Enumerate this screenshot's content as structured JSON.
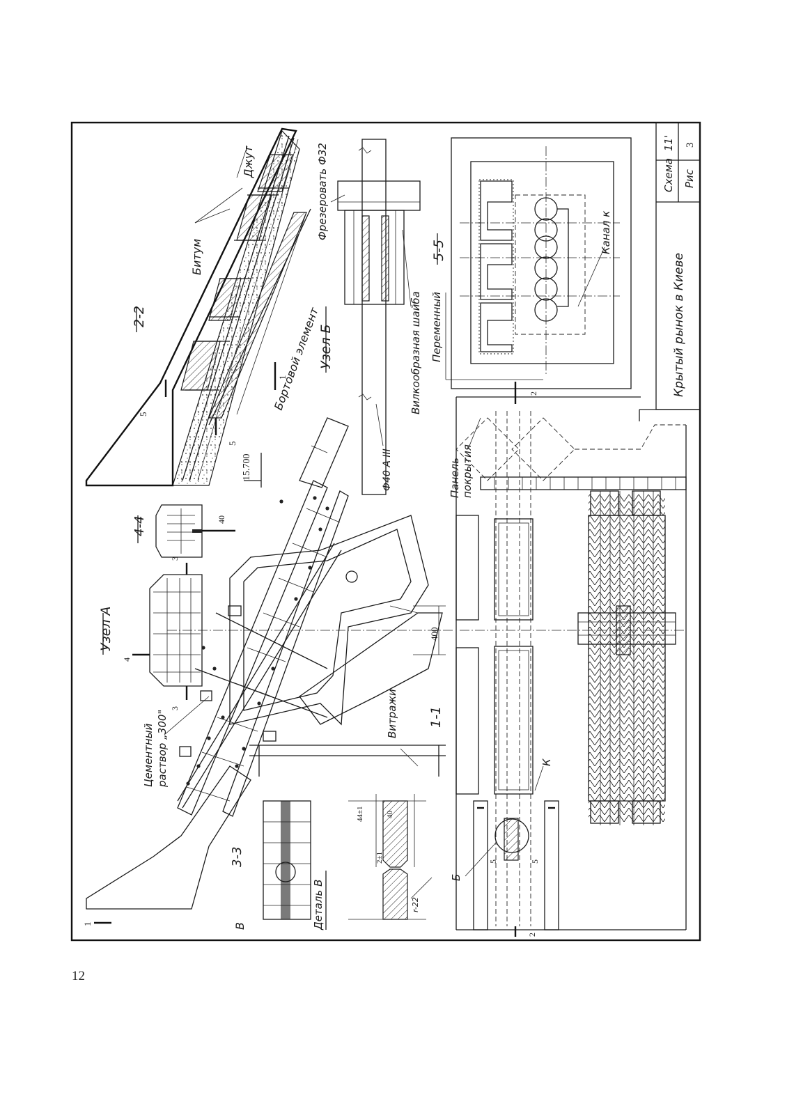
{
  "page_number": "12",
  "title_block": {
    "scheme_label": "Схема",
    "scheme_value": "11'",
    "figure_label": "Рис",
    "figure_value": "3",
    "title": "Крытый рынок в Киеве"
  },
  "views": {
    "section_2_2": "2-2",
    "node_A": "Узел А",
    "node_B": "Узел Б",
    "section_4_4": "4-4",
    "section_3_3": "3-3",
    "section_1_1": "1-1",
    "section_5_5": "5-5",
    "detail_B": "Деталь В"
  },
  "labels": {
    "jute": "Джут",
    "bitumen": "Битум",
    "edge_element": "Бортовой элемент",
    "milled": "Фрезеровать Ф32",
    "fork_washer": "Вилкообразная шайба",
    "rebar": "Ф40 А III",
    "variable": "Переменный",
    "channel_k": "Канал к",
    "cover_panel_1": "Панель",
    "cover_panel_2": "покрытия",
    "cement_1": "Цементный",
    "cement_2": "раствор „300\"",
    "stained_glass": "Витражи",
    "letter_K": "К",
    "letter_B": "Б",
    "letter_V": "В",
    "r22": "r-22"
  },
  "dimensions": {
    "elev_15700": "15.700",
    "d40": "40",
    "d400": "400",
    "d2": "2±1",
    "d44": "44±1",
    "d40b": "40"
  },
  "cut_marks": {
    "n1": "1",
    "n2": "2",
    "n3": "3",
    "n4": "4",
    "n5": "5"
  }
}
